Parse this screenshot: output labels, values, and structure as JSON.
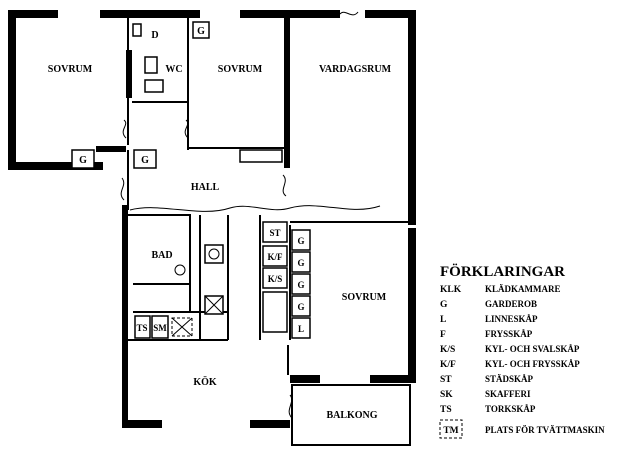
{
  "rooms": {
    "sovrum_left": "SOVRUM",
    "wc_d": "D",
    "wc": "WC",
    "g_top": "G",
    "sovrum_mid": "SOVRUM",
    "vardagsrum": "VARDAGSRUM",
    "g_left": "G",
    "g_hall": "G",
    "hall": "HALL",
    "bad": "BAD",
    "st": "ST",
    "kf": "K/F",
    "ks": "K/S",
    "g1": "G",
    "g2": "G",
    "g3": "G",
    "g4": "G",
    "l": "L",
    "sovrum_right": "SOVRUM",
    "ts": "TS",
    "sm": "SM",
    "kok": "KÖK",
    "balkong": "BALKONG"
  },
  "legend": {
    "title": "FÖRKLARINGAR",
    "items": [
      {
        "code": "KLK",
        "desc": "KLÄDKAMMARE"
      },
      {
        "code": "G",
        "desc": "GARDEROB"
      },
      {
        "code": "L",
        "desc": "LINNESKÅP"
      },
      {
        "code": "F",
        "desc": "FRYSSKÅP"
      },
      {
        "code": "K/S",
        "desc": "KYL- OCH SVALSKÅP"
      },
      {
        "code": "K/F",
        "desc": "KYL- OCH FRYSSKÅP"
      },
      {
        "code": "ST",
        "desc": "STÄDSKÅP"
      },
      {
        "code": "SK",
        "desc": "SKAFFERI"
      },
      {
        "code": "TS",
        "desc": "TORKSKÅP"
      }
    ],
    "tm_code": "TM",
    "tm_desc": "PLATS FÖR TVÄTTMASKIN"
  }
}
